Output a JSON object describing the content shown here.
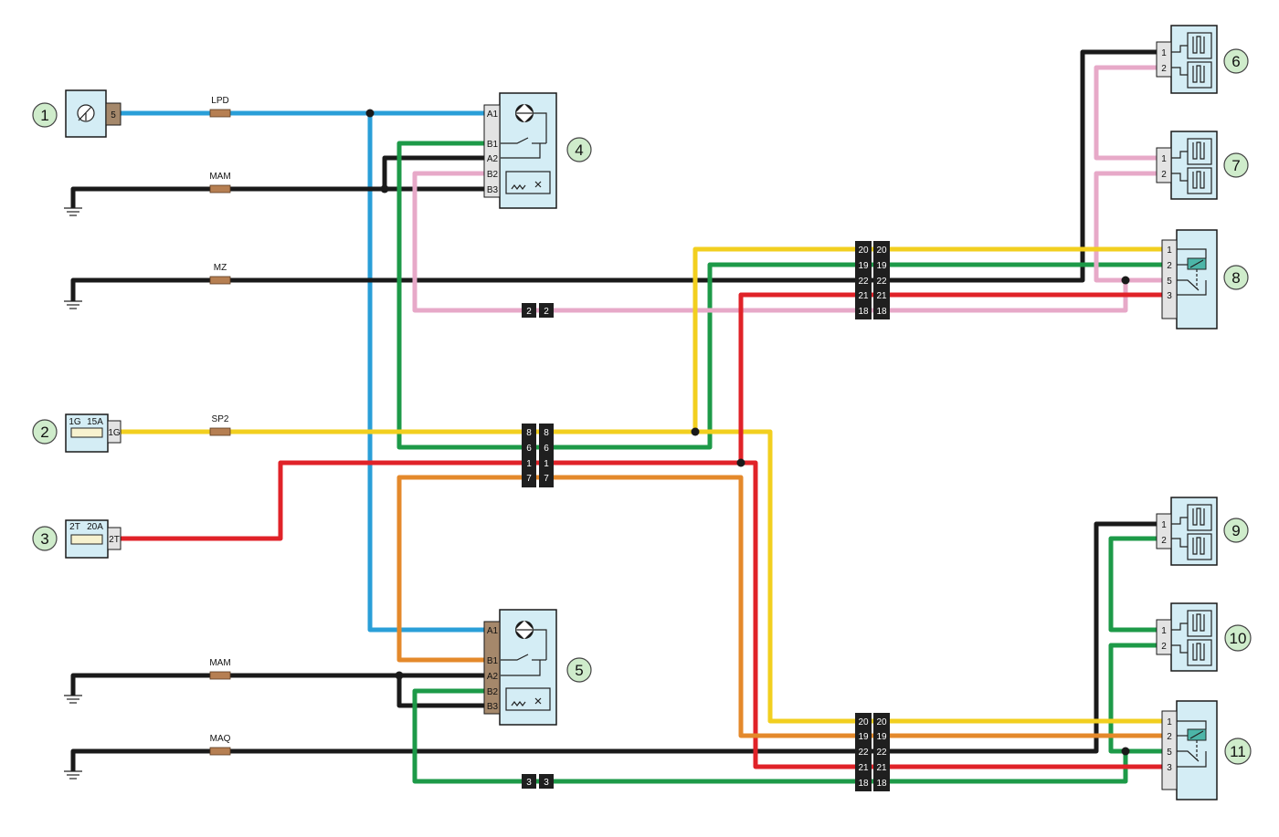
{
  "callouts": [
    "1",
    "2",
    "3",
    "4",
    "5",
    "6",
    "7",
    "8",
    "9",
    "10",
    "11"
  ],
  "wire_labels": {
    "lpd": "LPD",
    "mam_top": "MAM",
    "mz": "MZ",
    "sp2": "SP2",
    "mam_bottom": "MAM",
    "maq": "MAQ"
  },
  "fuses": {
    "f2": {
      "id": "1G",
      "rating": "15A",
      "pin": "1G"
    },
    "f3": {
      "id": "2T",
      "rating": "20A",
      "pin": "2T"
    }
  },
  "component1_pin": "5",
  "switch_pins": [
    "A1",
    "B1",
    "A2",
    "B2",
    "B3"
  ],
  "two_pin_labels": [
    "1",
    "2"
  ],
  "four_pin_labels": [
    "1",
    "2",
    "5",
    "3"
  ],
  "connectors": {
    "c_2": [
      "2",
      "2"
    ],
    "c_3": [
      "3",
      "3"
    ],
    "mid": [
      [
        "8",
        "8"
      ],
      [
        "6",
        "6"
      ],
      [
        "1",
        "1"
      ],
      [
        "7",
        "7"
      ]
    ],
    "top": [
      [
        "20",
        "20"
      ],
      [
        "19",
        "19"
      ],
      [
        "22",
        "22"
      ],
      [
        "21",
        "21"
      ],
      [
        "18",
        "18"
      ]
    ],
    "bottom": [
      [
        "20",
        "20"
      ],
      [
        "19",
        "19"
      ],
      [
        "22",
        "22"
      ],
      [
        "21",
        "21"
      ],
      [
        "18",
        "18"
      ]
    ]
  },
  "colors": {
    "blue": "#2a9fd8",
    "black": "#1a1a1a",
    "green": "#1d9a48",
    "pink": "#e7a9c8",
    "yellow": "#f2cf1f",
    "red": "#e02228",
    "orange": "#e4892b",
    "component_fill": "#d4edf5",
    "callout_fill": "#cfeccb"
  }
}
